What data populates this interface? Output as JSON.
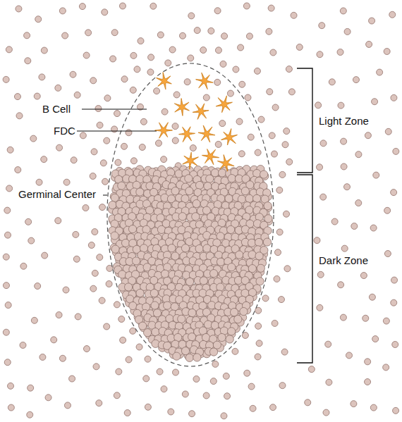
{
  "diagram": {
    "labels": [
      "B Cell",
      "FDC",
      "Germinal Center",
      "Light Zone",
      "Dark Zone"
    ]
  }
}
